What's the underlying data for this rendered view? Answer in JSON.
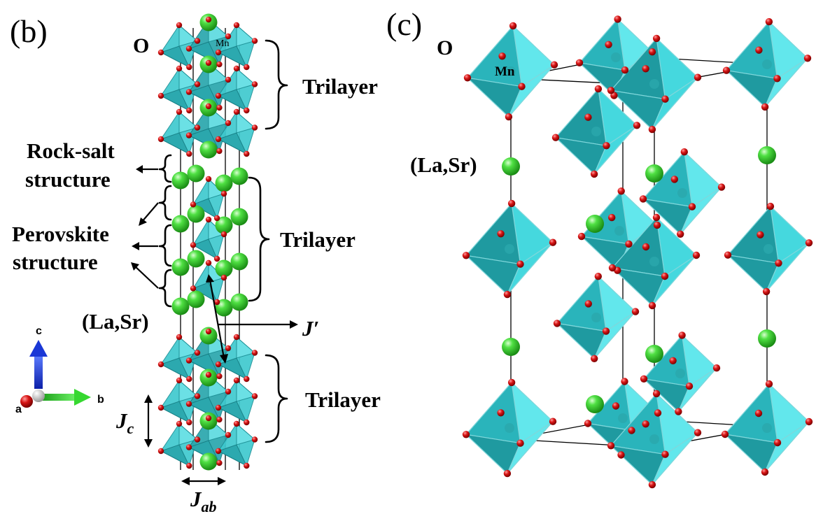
{
  "panel_b": {
    "label": "(b)",
    "o_label": "O",
    "mn_label": "Mn",
    "trilayer_top": "Trilayer",
    "trilayer_mid": "Trilayer",
    "trilayer_bottom": "Trilayer",
    "rock_salt_line1": "Rock-salt",
    "rock_salt_line2": "structure",
    "perovskite_line1": "Perovskite",
    "perovskite_line2": "structure",
    "la_sr_label": "(La,Sr)",
    "j_prime": "J′",
    "j_c_main": "J",
    "j_c_sub": "c",
    "j_ab_main": "J",
    "j_ab_sub": "ab"
  },
  "axes": {
    "c_label": "c",
    "a_label": "a",
    "b_label": "b",
    "c_color": "#1a37d6",
    "b_color": "#2fcf2a",
    "a_color": "#c00000"
  },
  "panel_c": {
    "label": "(c)",
    "o_label": "O",
    "mn_label": "Mn",
    "la_sr_label": "(La,Sr)"
  },
  "colors": {
    "octahedron": "#3fc9cf",
    "oxygen": "#d01010",
    "la_sr": "#2fcf2a"
  }
}
